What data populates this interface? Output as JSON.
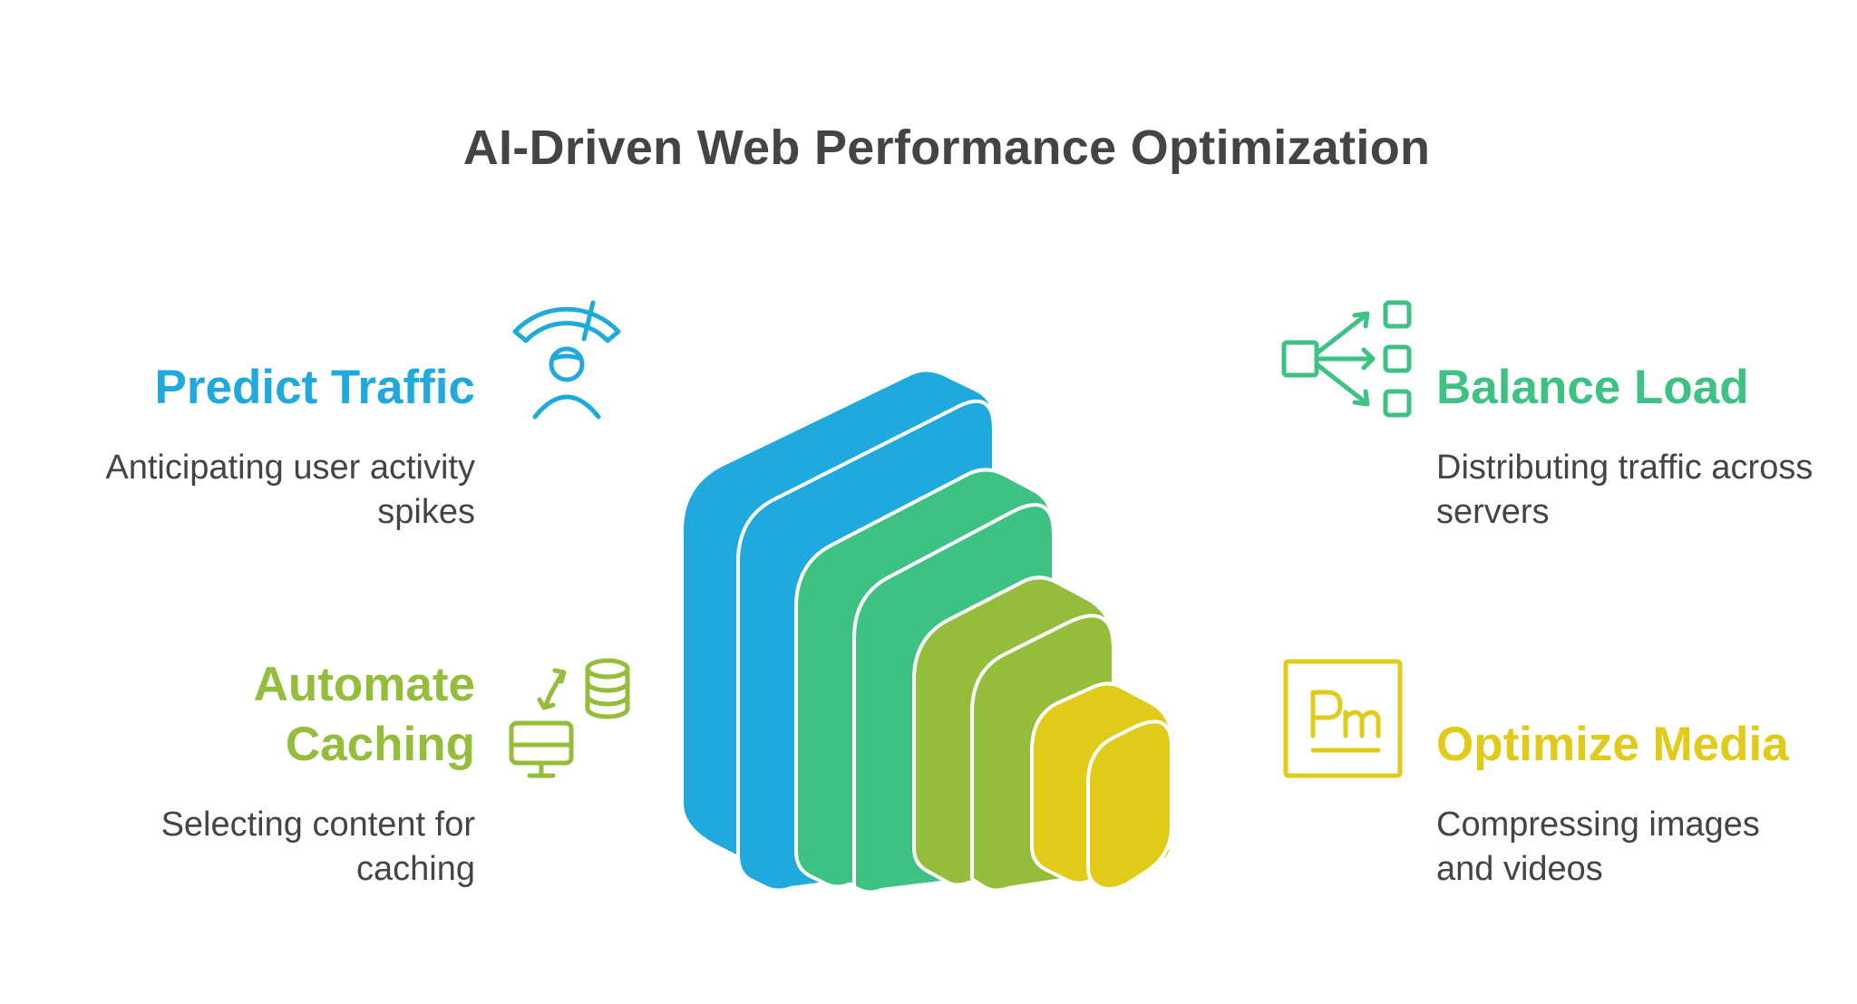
{
  "title": "AI-Driven Web Performance Optimization",
  "colors": {
    "blue": "#1fa9dc",
    "green": "#3ec283",
    "lime": "#93bd3a",
    "yellow": "#e0cb18",
    "text": "#444444"
  },
  "items": {
    "predict": {
      "heading": "Predict Traffic",
      "description": "Anticipating user activity spikes",
      "icon": "speedometer-user-icon",
      "color": "#1fa9dc"
    },
    "balance": {
      "heading": "Balance Load",
      "description": "Distributing traffic across servers",
      "icon": "load-distribution-icon",
      "color": "#3ec283"
    },
    "caching": {
      "heading": "Automate Caching",
      "description": "Selecting content for caching",
      "icon": "database-sync-icon",
      "color": "#93bd3a"
    },
    "media": {
      "heading": "Optimize Media",
      "description": "Compressing images and videos",
      "icon": "media-document-icon",
      "color": "#e0cb18"
    }
  },
  "pyramid": {
    "levels": [
      "blue",
      "blue",
      "green",
      "green",
      "lime",
      "lime",
      "yellow",
      "yellow"
    ]
  }
}
